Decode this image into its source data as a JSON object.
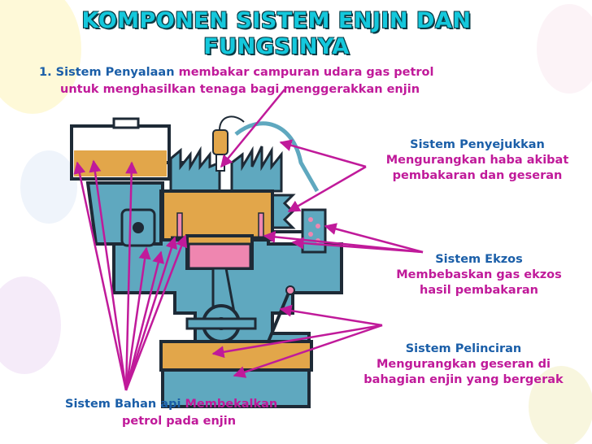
{
  "title": {
    "line1": "KOMPONEN SISTEM ENJIN DAN",
    "line2": "FUNGSINYA"
  },
  "ignition": {
    "number": "1.",
    "name": "Sistem Penyalaan",
    "desc_part1": "membakar campuran udara gas petrol",
    "desc_part2": "untuk menghasilkan tenaga bagi menggerakkan enjin"
  },
  "cooling": {
    "name": "Sistem Penyejukkan",
    "desc_line1": "Mengurangkan haba akibat",
    "desc_line2": "pembakaran dan geseran"
  },
  "exhaust": {
    "name": "Sistem Ekzos",
    "desc_line1": "Membebaskan gas ekzos",
    "desc_line2": "hasil pembakaran"
  },
  "lubrication": {
    "name": "Sistem Pelinciran",
    "desc_line1": "Mengurangkan geseran di",
    "desc_line2": "bahagian enjin yang bergerak"
  },
  "fuel": {
    "name": "Sistem Bahan api",
    "desc_part1": "Membekalkan",
    "desc_part2": "petrol pada enjin"
  },
  "colors": {
    "title": "#14c8dc",
    "label_blue": "#1a5ea8",
    "label_magenta": "#c01a9a",
    "arrow": "#c01a9a",
    "engine_outline": "#1e2a36",
    "engine_blue": "#5fa8bf",
    "fuel_orange": "#e2a64a",
    "piston_pink": "#ef86b0"
  }
}
